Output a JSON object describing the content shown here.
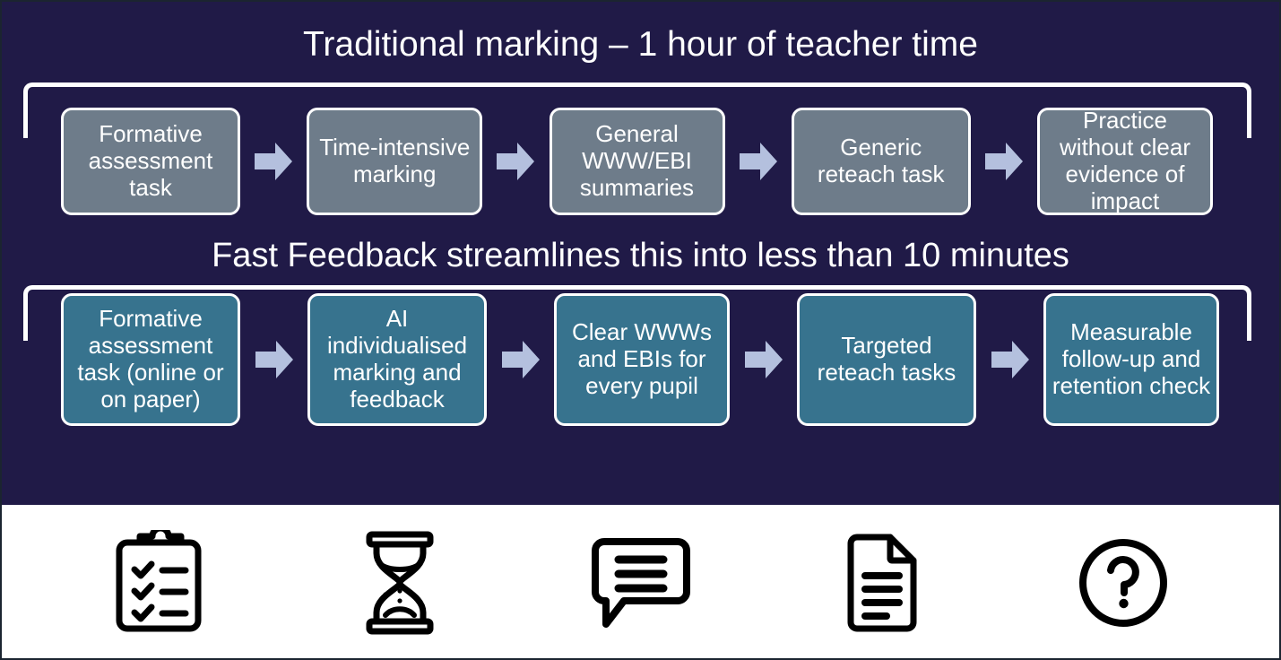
{
  "colors": {
    "panel_background": "#201a47",
    "traditional_node": "#6e7c8a",
    "fastfeedback_node": "#37738e",
    "arrow": "#b4c0de",
    "node_border": "#ffffff",
    "heading_text": "#ffffff",
    "icon_strip_background": "#ffffff",
    "icon_stroke": "#000000"
  },
  "headings": {
    "traditional": "Traditional marking – 1 hour of teacher time",
    "fast_feedback": "Fast Feedback streamlines this into less than 10 minutes"
  },
  "traditional_flow": {
    "steps": [
      {
        "label": "Formative assessment task"
      },
      {
        "label": "Time-intensive marking"
      },
      {
        "label": "General WWW/EBI summaries"
      },
      {
        "label": "Generic reteach task"
      },
      {
        "label": "Practice without clear evidence of impact"
      }
    ],
    "connector": "arrow-right-icon"
  },
  "fast_feedback_flow": {
    "steps": [
      {
        "label": "Formative assessment task (online or on paper)"
      },
      {
        "label": "AI individualised marking and feedback"
      },
      {
        "label": "Clear WWWs and EBIs for every pupil"
      },
      {
        "label": "Targeted reteach tasks"
      },
      {
        "label": "Measurable follow-up and retention check"
      }
    ],
    "connector": "arrow-right-icon"
  },
  "icon_strip": {
    "icons": [
      {
        "name": "clipboard-checklist-icon"
      },
      {
        "name": "hourglass-icon"
      },
      {
        "name": "speech-bubble-icon"
      },
      {
        "name": "document-icon"
      },
      {
        "name": "question-mark-circle-icon"
      }
    ]
  }
}
